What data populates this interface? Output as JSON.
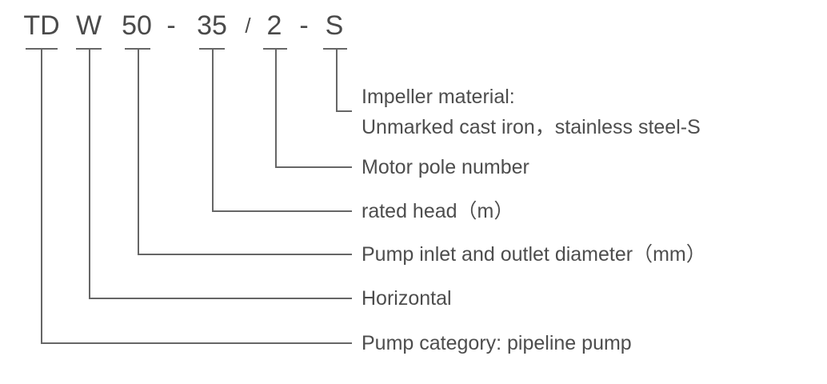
{
  "model_code": {
    "segments": [
      "TD",
      "W",
      "50",
      "-",
      "35",
      "/",
      "2",
      "-",
      "S"
    ]
  },
  "descriptions": {
    "impeller_material_title": "Impeller material:",
    "impeller_material_detail": "Unmarked cast iron，stainless steel-S",
    "motor_pole_number": "Motor pole number",
    "rated_head": "rated head（m）",
    "inlet_outlet_diameter": "Pump inlet and outlet diameter（mm）",
    "horizontal": "Horizontal",
    "pump_category": "Pump category: pipeline pump"
  },
  "colors": {
    "line": "#666666",
    "code_text": "#4a4a4a",
    "description_text": "#4d4d4d",
    "background": "#ffffff"
  }
}
